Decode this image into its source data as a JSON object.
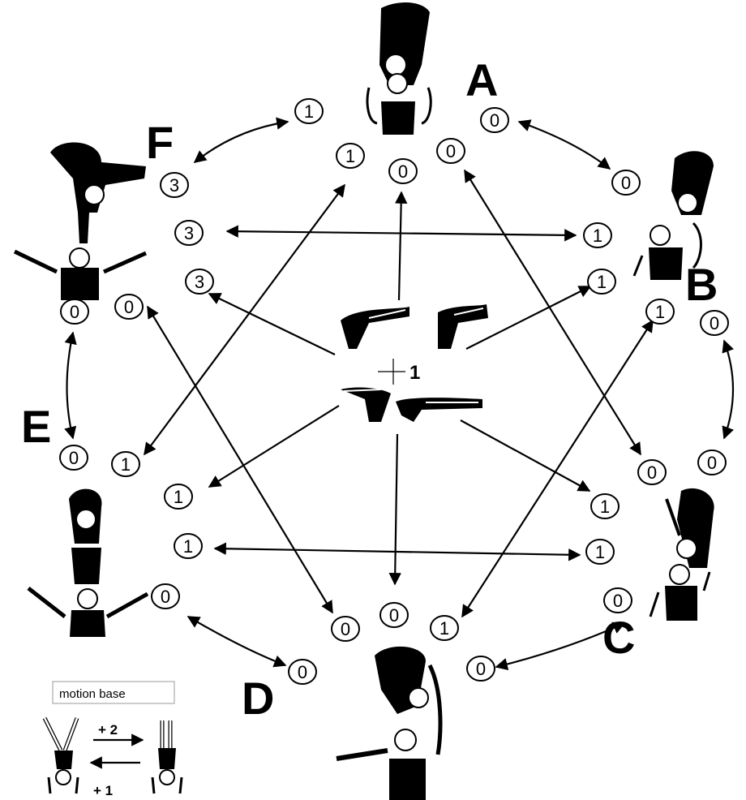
{
  "positions": [
    {
      "id": "A",
      "label": "A"
    },
    {
      "id": "B",
      "label": "B"
    },
    {
      "id": "C",
      "label": "C"
    },
    {
      "id": "D",
      "label": "D"
    },
    {
      "id": "E",
      "label": "E"
    },
    {
      "id": "F",
      "label": "F"
    }
  ],
  "nodes": [
    {
      "id": "a_left",
      "value": "1"
    },
    {
      "id": "a_right",
      "value": "0"
    },
    {
      "id": "a_in_left",
      "value": "1"
    },
    {
      "id": "a_in_mid",
      "value": "0"
    },
    {
      "id": "a_in_right",
      "value": "0"
    },
    {
      "id": "b_top",
      "value": "0"
    },
    {
      "id": "b_in1",
      "value": "1"
    },
    {
      "id": "b_in2",
      "value": "1"
    },
    {
      "id": "b_in3",
      "value": "1"
    },
    {
      "id": "b_outer",
      "value": "0"
    },
    {
      "id": "b_bottom",
      "value": "0"
    },
    {
      "id": "c_top",
      "value": "0"
    },
    {
      "id": "c_in1",
      "value": "1"
    },
    {
      "id": "c_in2",
      "value": "1"
    },
    {
      "id": "c_in3",
      "value": "0"
    },
    {
      "id": "c_bottom",
      "value": "0"
    },
    {
      "id": "d_bottom_mid",
      "value": "1"
    },
    {
      "id": "d_mid",
      "value": "0"
    },
    {
      "id": "d_left_mid",
      "value": "0"
    },
    {
      "id": "d_bottom",
      "value": "0"
    },
    {
      "id": "d_top",
      "value": "0"
    },
    {
      "id": "d_in1",
      "value": "1"
    },
    {
      "id": "d_in2",
      "value": "1"
    },
    {
      "id": "e_left",
      "value": "0"
    },
    {
      "id": "e_right",
      "value": "1"
    },
    {
      "id": "f_mid1",
      "value": "0"
    },
    {
      "id": "f_mid2",
      "value": "0"
    },
    {
      "id": "f_top",
      "value": "3"
    },
    {
      "id": "f_in1",
      "value": "3"
    },
    {
      "id": "f_in2",
      "value": "3"
    }
  ],
  "center": {
    "label": "1"
  },
  "legend": {
    "title": "motion base",
    "forward": "+ 2",
    "backward": "+ 1"
  }
}
